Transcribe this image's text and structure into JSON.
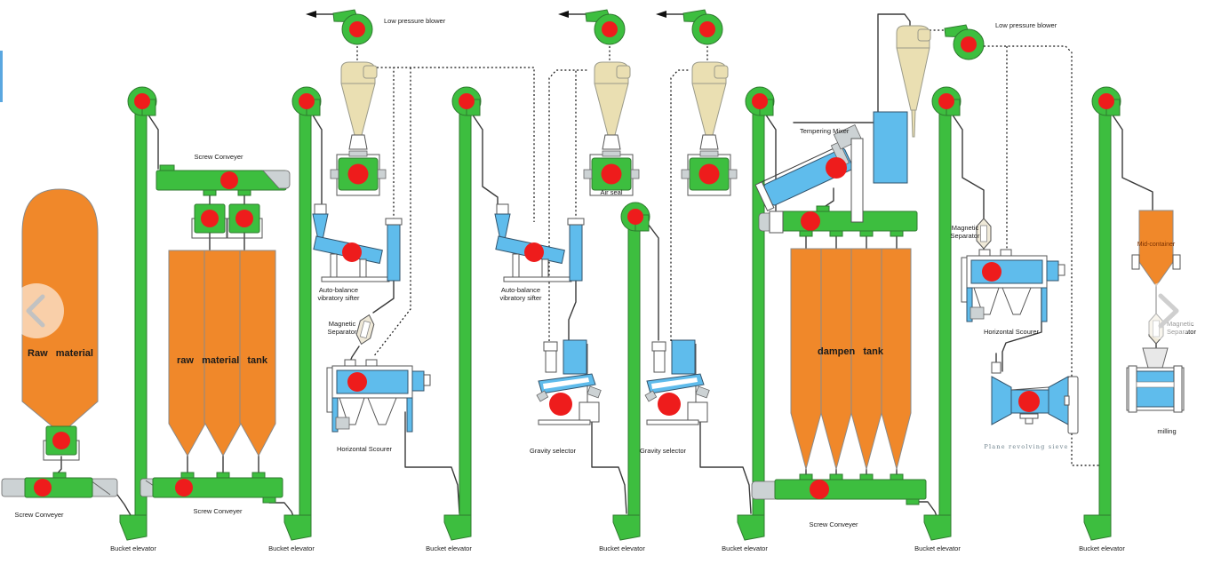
{
  "labels": {
    "low_pressure_blower": "Low pressure blower",
    "screw_conveyer": "Screw Conveyer",
    "bucket_elevator": "Bucket elevator",
    "raw_material": "Raw material",
    "raw_material_tank": "raw material tank",
    "auto_balance_line1": "Auto-balance",
    "auto_balance_line2": "vibratory sifter",
    "magnetic_line1": "Magnetic",
    "magnetic_line2": "Separator",
    "horizontal_scourer": "Horizontal Scourer",
    "air_seal": "Air seal",
    "gravity_selector": "Gravity selector",
    "tempering_mixer": "Tempering Mixer",
    "dampen_tank": "dampen  tank",
    "mid_container": "Mid-container",
    "plane_revolving_sieve": "Plane revolving sieve",
    "milling": "milling"
  },
  "icons": {
    "carousel_prev": "chevron-left",
    "carousel_next": "chevron-right"
  },
  "colors": {
    "machine_green": "#3dbe3f",
    "rotor_red": "#ee1c1c",
    "tank_orange": "#f0882a",
    "equipment_blue": "#5fbcec",
    "cyclone_beige": "#eadfb2"
  }
}
